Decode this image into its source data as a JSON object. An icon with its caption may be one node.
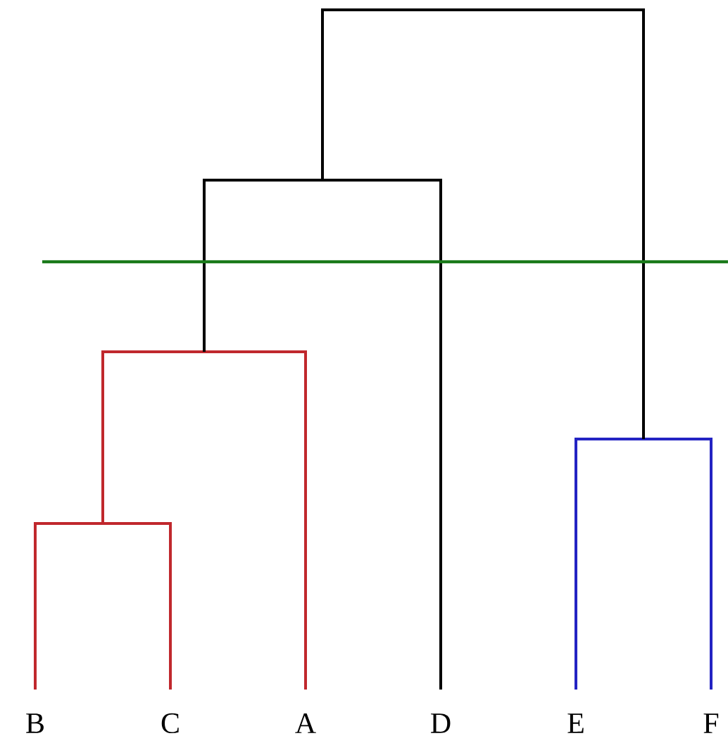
{
  "diagram": {
    "labels": [
      "B",
      "C",
      "A",
      "D",
      "E",
      "F"
    ]
  }
}
